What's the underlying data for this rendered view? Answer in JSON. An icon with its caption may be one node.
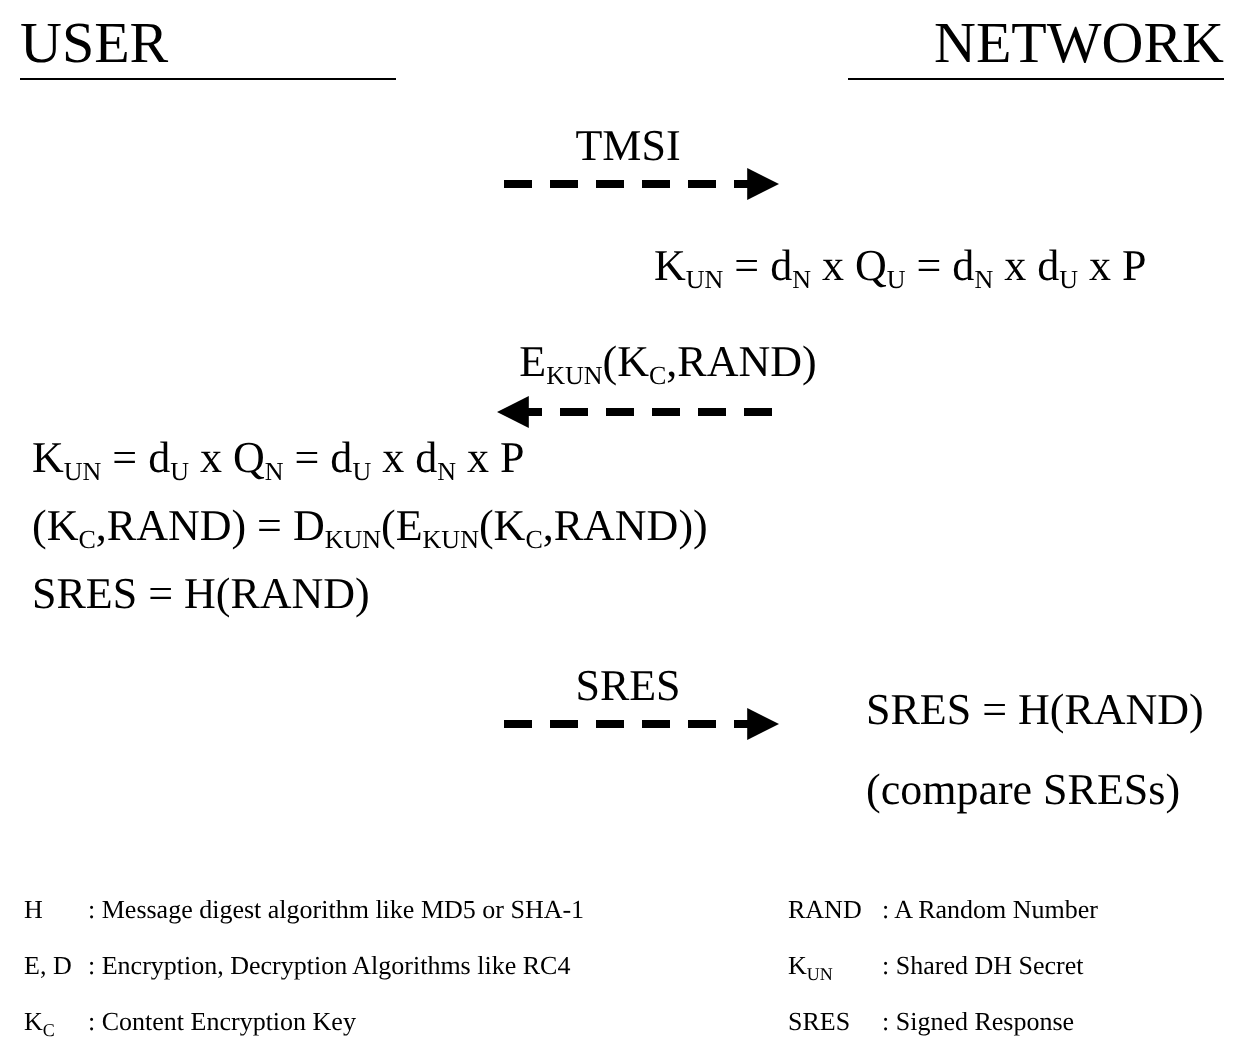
{
  "diagram": {
    "nodes": [
      {
        "text": [
          "K$_{UN}$ = d$_{N}$ x Q$_{U}$ = d$_{N}$ x d$_{U}$ x P"
        ]
      },
      {
        "text": [
          "K$_{UN}$ = d$_{U}$ x Q$_{N}$ = d$_{U}$ x d$_{N}$ x P",
          "(K$_{C}$,RAND) = D$_{KUN}$(E$_{KUN}$(K$_{C}$,RAND))",
          "SRES = H(RAND)"
        ]
      },
      {
        "text": [
          "SRES = H(RAND)",
          "(compare SRESs)"
        ]
      }
    ],
    "edges": [
      {
        "from": null,
        "to": 0,
        "arrow": "to",
        "label": "TMSI",
        "style": "dashed"
      },
      {
        "from": null,
        "to": 1,
        "arrow": "to",
        "label": "E$_{KUN}$(K$_{C}$,RAND)",
        "style": "dashed"
      },
      {
        "from": null,
        "to": 2,
        "arrow": "to",
        "label": "SRES",
        "style": "dashed"
      }
    ],
    "labels": [
      "USER",
      "NETWORK",
      "H",
      ": Message digest algorithm like MD5 or SHA-1",
      "RAND",
      ": A Random Number",
      "E, D",
      ": Encryption, Decryption Algorithms like RC4",
      "K$_{UN}$",
      ": Shared DH Secret",
      "K$_{C}$",
      ": Content Encryption Key",
      "SRES",
      ": Signed Response"
    ]
  }
}
